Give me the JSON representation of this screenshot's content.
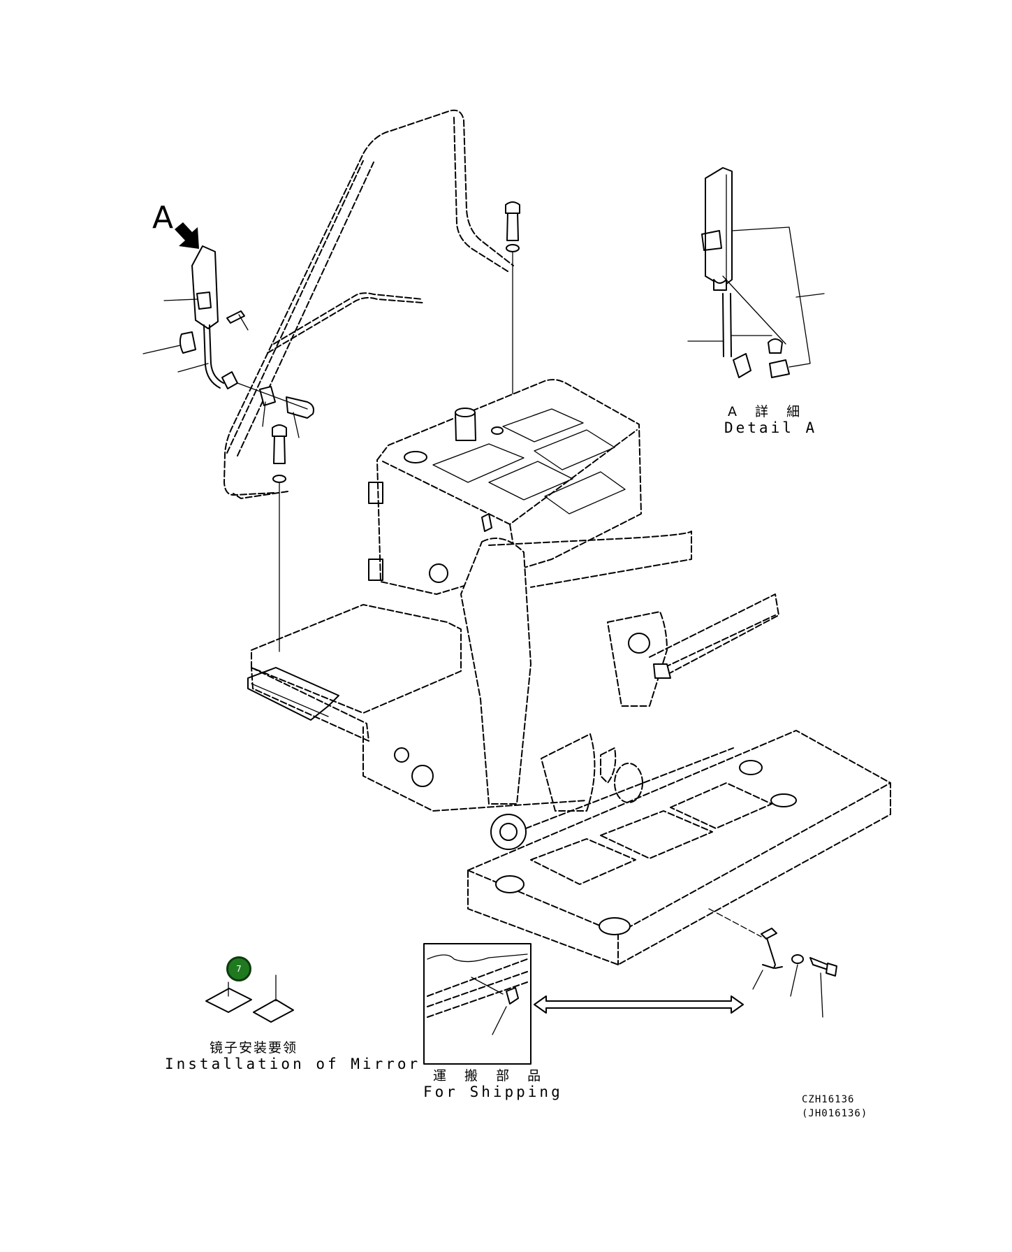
{
  "view_label": "A",
  "detail": {
    "label_jp": "A 詳 細",
    "label_en": "Detail A"
  },
  "mirror": {
    "callout_number": "7",
    "caption_cn": "镜子安装要领",
    "caption_en": "Installation of Mirror"
  },
  "shipping": {
    "caption_jp": "運 搬 部 品",
    "caption_en": "For Shipping"
  },
  "drawing_codes": {
    "primary": "CZH16136",
    "secondary": "(JH016136)"
  },
  "colors": {
    "callout_fill": "#1f7a1f",
    "line": "#000000"
  }
}
